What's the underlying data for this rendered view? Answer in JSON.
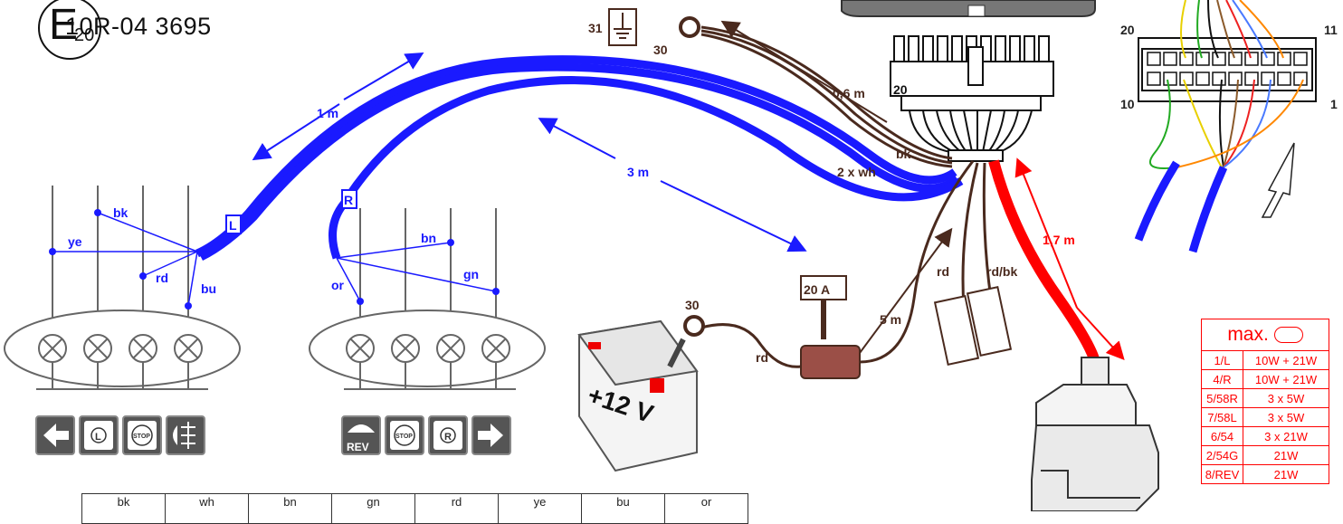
{
  "approval": {
    "e_letter": "E",
    "e_number": "20",
    "code": "10R-04 3695"
  },
  "cable_lengths": {
    "left_lamp": "1 m",
    "right_lamp": "3 m",
    "ground": "0,6 m",
    "battery": "5 m",
    "socket": "1,7 m"
  },
  "wire_labels": {
    "bk_connector": "bk",
    "two_wh": "2 x wh",
    "rd": "rd",
    "rd_bk": "rd/bk",
    "battery_rd": "rd"
  },
  "left_lamp": {
    "tag": "L",
    "wires": [
      "bk",
      "ye",
      "rd",
      "bu"
    ]
  },
  "right_lamp": {
    "tag": "R",
    "wires": [
      "bn",
      "gn",
      "or"
    ]
  },
  "ground": {
    "terminal": "31",
    "ring": "30"
  },
  "battery": {
    "ring": "30",
    "voltage": "+12 V"
  },
  "fuse": {
    "rating": "20 A"
  },
  "connector": {
    "pin": "20"
  },
  "plug_detail": {
    "pin_20": "20",
    "pin_11": "11",
    "pin_10": "10",
    "pin_1": "1"
  },
  "spec_table": {
    "header": "max.",
    "rows": [
      {
        "pin": "1/L",
        "value": "10W + 21W"
      },
      {
        "pin": "4/R",
        "value": "10W + 21W"
      },
      {
        "pin": "5/58R",
        "value": "3 x 5W"
      },
      {
        "pin": "7/58L",
        "value": "3 x 5W"
      },
      {
        "pin": "6/54",
        "value": "3 x 21W"
      },
      {
        "pin": "2/54G",
        "value": "21W"
      },
      {
        "pin": "8/REV",
        "value": "21W"
      }
    ]
  },
  "icons": {
    "left": [
      "turn-left-arrow-icon",
      "tail-light-L-icon",
      "stop-light-icon",
      "fog-light-icon"
    ],
    "right": [
      "reverse-light-icon",
      "stop-light-icon",
      "tail-light-R-icon",
      "turn-right-arrow-icon"
    ],
    "reverse_text": "REV",
    "stop_text": "STOP",
    "L_text": "L",
    "R_text": "R"
  },
  "color_table": [
    "bk",
    "wh",
    "bn",
    "gn",
    "rd",
    "ye",
    "bu",
    "or"
  ],
  "colors": {
    "blue_cable": "#1a1aff",
    "brown_wire": "#4a2a1e",
    "red_cable": "#ff0000"
  }
}
